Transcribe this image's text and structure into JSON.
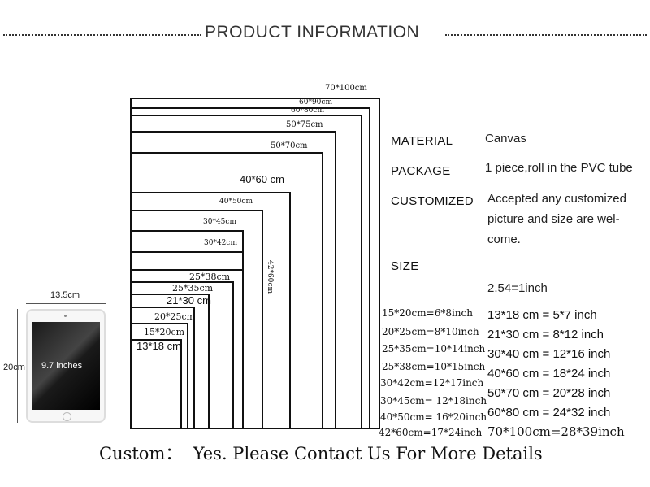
{
  "header": {
    "title": "PRODUCT INFORMATION"
  },
  "size_chart": {
    "rects": [
      "70*100cm",
      "60*90cm",
      "60*80cm",
      "50*75cm",
      "50*70cm",
      "40*60 cm",
      "40*50cm",
      "30*45cm",
      "30*42cm",
      "25*38cm",
      "25*35cm",
      "21*30 cm",
      "20*25cm",
      "15*20cm",
      "13*18 cm"
    ],
    "vertical_label": "42*60cm"
  },
  "info": {
    "material_key": "MATERIAL",
    "material_val": "Canvas",
    "package_key": "PACKAGE",
    "package_val": "1 piece,roll in the PVC tube",
    "customized_key": "CUSTOMIZED",
    "customized_val_1": "Accepted any customized",
    "customized_val_2": "picture and size are wel-",
    "customized_val_3": "come.",
    "size_key": "SIZE",
    "inch_ratio": "2.54=1inch"
  },
  "conversions_left": [
    "15*20cm=6*8inch",
    "20*25cm=8*10inch",
    "25*35cm=10*14inch",
    "25*38cm=10*15inch",
    "30*42cm=12*17inch",
    "30*45cm= 12*18inch",
    "40*50cm= 16*20inch",
    "42*60cm=17*24inch"
  ],
  "conversions_right": [
    "13*18 cm = 5*7 inch",
    "21*30 cm = 8*12 inch",
    "30*40 cm = 12*16 inch",
    "40*60 cm = 18*24 inch",
    "50*70 cm = 20*28 inch",
    "60*80 cm = 24*32 inch",
    "70*100cm=28*39inch"
  ],
  "tablet": {
    "width_label": "13.5cm",
    "height_label": "20cm",
    "screen_label": "9.7 inches"
  },
  "footer": {
    "custom_text": "Custom：  Yes. Please Contact Us For More Details"
  }
}
